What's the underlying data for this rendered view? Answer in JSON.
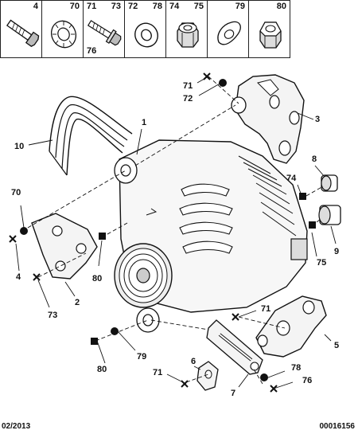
{
  "legend": {
    "cells": [
      {
        "num": "4",
        "icon": "bolt-icon"
      },
      {
        "num": "70",
        "icon": "serrated-washer-icon"
      },
      {
        "num": "71",
        "num2": "73",
        "num3": "76",
        "icon": "flanged-bolt-icon"
      },
      {
        "num": "72",
        "num2": "78",
        "icon": "flat-washer-icon"
      },
      {
        "num": "74",
        "num2": "75",
        "icon": "nylock-nut-icon"
      },
      {
        "num": "79",
        "icon": "shaped-washer-icon"
      },
      {
        "num": "80",
        "icon": "hex-nut-icon"
      }
    ]
  },
  "callouts": {
    "c71a": "71",
    "c72": "72",
    "c3": "3",
    "c1": "1",
    "c10": "10",
    "c70": "70",
    "c4": "4",
    "c2": "2",
    "c73": "73",
    "c80a": "80",
    "c8": "8",
    "c74": "74",
    "c9": "9",
    "c75": "75",
    "c71b": "71",
    "c5": "5",
    "c79": "79",
    "c80b": "80",
    "c6": "6",
    "c71c": "71",
    "c78": "78",
    "c76": "76",
    "c7": "7"
  },
  "footer": {
    "date": "02/2013",
    "ref": "00016156"
  }
}
